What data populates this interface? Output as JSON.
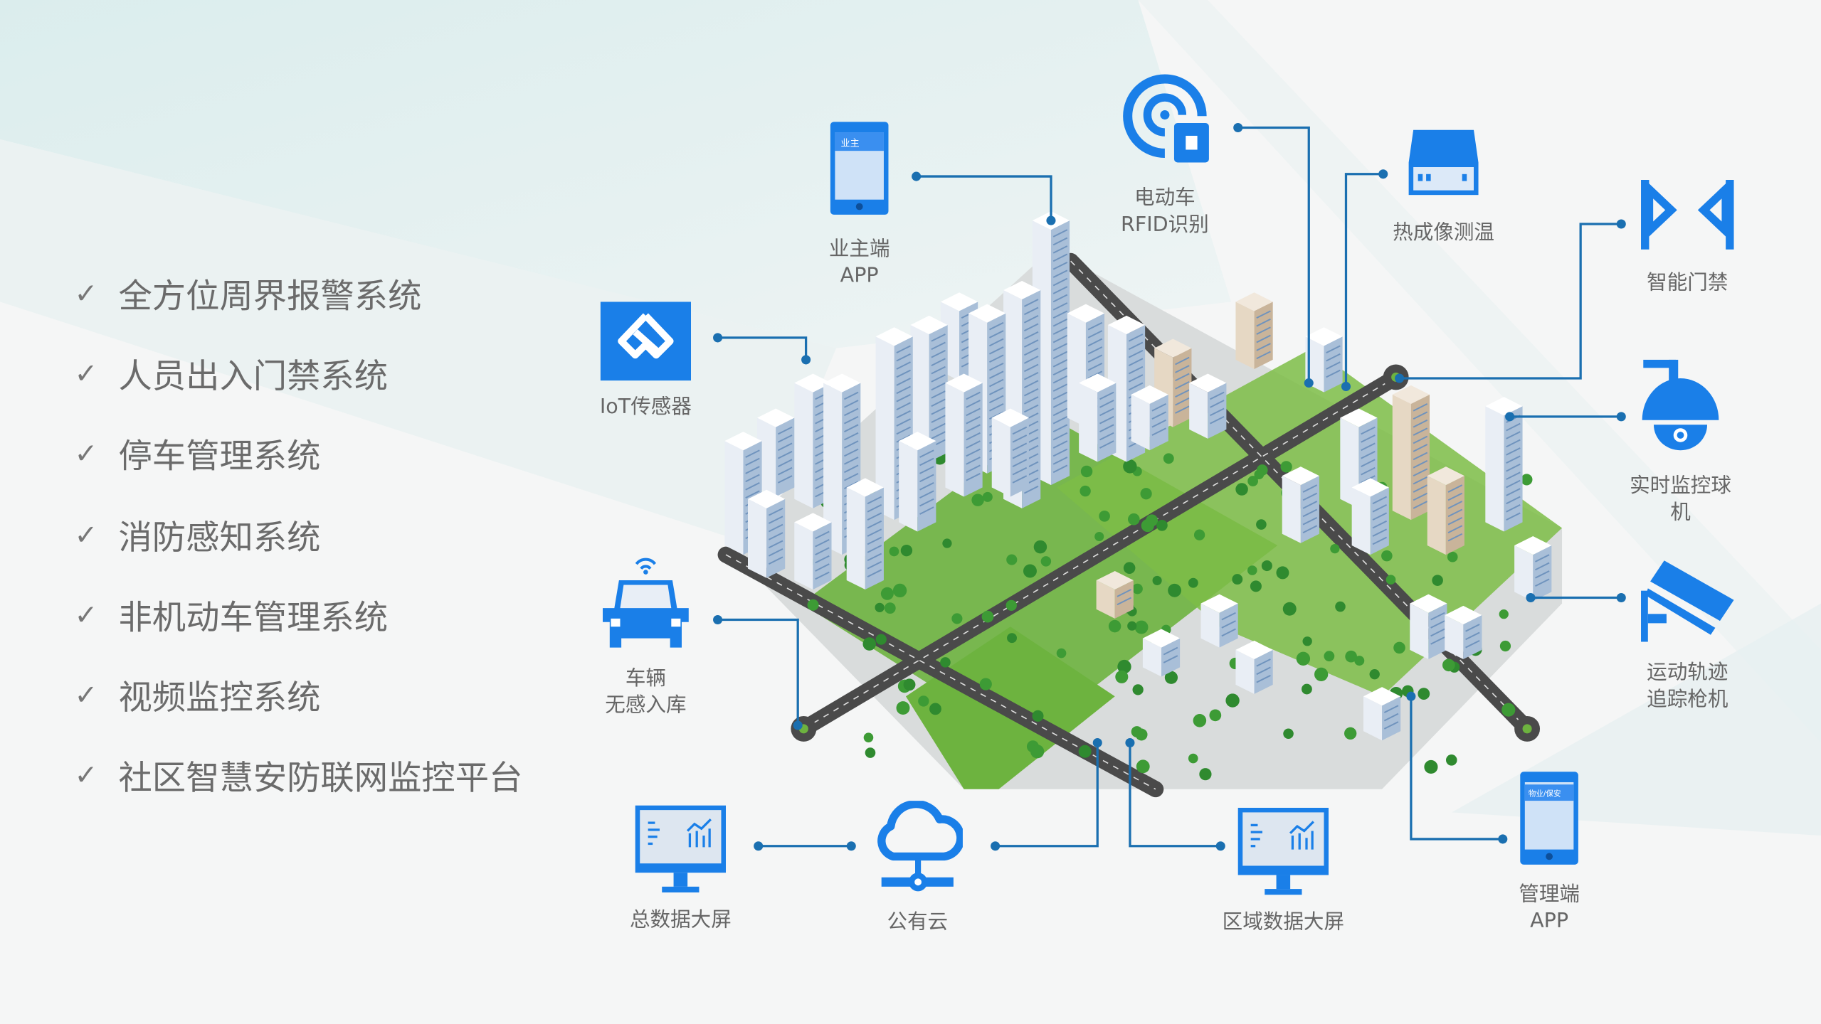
{
  "features": [
    "全方位周界报警系统",
    "人员出入门禁系统",
    "停车管理系统",
    "消防感知系统",
    "非机动车管理系统",
    "视频监控系统",
    "社区智慧安防联网监控平台"
  ],
  "nodes": {
    "owner_app": {
      "line1": "业主端",
      "line2": "APP",
      "screen_text": "业主"
    },
    "iot": {
      "line1": "IoT传感器"
    },
    "rfid": {
      "line1": "电动车",
      "line2": "RFID识别"
    },
    "thermal": {
      "line1": "热成像测温"
    },
    "gate": {
      "line1": "智能门禁"
    },
    "dome": {
      "line1": "实时监控球",
      "line2": "机"
    },
    "bullet": {
      "line1": "运动轨迹",
      "line2": "追踪枪机"
    },
    "vehicle": {
      "line1": "车辆",
      "line2": "无感入库"
    },
    "main_screen": {
      "line1": "总数据大屏"
    },
    "cloud": {
      "line1": "公有云"
    },
    "area_screen": {
      "line1": "区域数据大屏"
    },
    "admin_app": {
      "line1": "管理端",
      "line2": "APP",
      "screen_text": "物业/保安"
    }
  },
  "colors": {
    "accent": "#1a7fe8",
    "line": "#1a6fb0",
    "text": "#666666"
  }
}
